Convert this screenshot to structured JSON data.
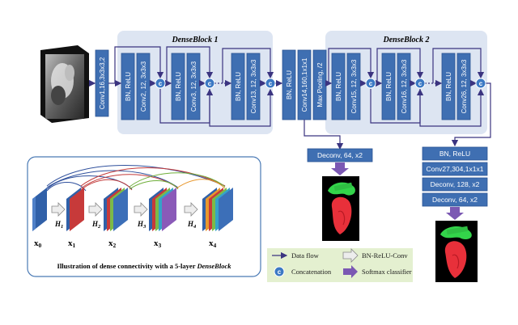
{
  "dense_blocks": {
    "block1_title": "DenseBlock 1",
    "block2_title": "DenseBlock 2"
  },
  "main_path": {
    "conv1": "Conv1,16,3x3x3,2",
    "block1": [
      {
        "bn": "BN, ReLU",
        "conv": "Conv2, 12, 3x3x3"
      },
      {
        "bn": "BN, ReLU",
        "conv": "Conv3, 12, 3x3x3"
      },
      {
        "bn": "BN, ReLU",
        "conv": "Conv13, 12, 3x3x3"
      }
    ],
    "transition": {
      "bn": "BN, ReLU",
      "conv": "Conv14,160,1x1x1",
      "pool": "Max Pooling, /2"
    },
    "block2": [
      {
        "bn": "BN, ReLU",
        "conv": "Conv15, 12, 3x3x3"
      },
      {
        "bn": "BN, ReLU",
        "conv": "Conv16, 12, 3x3x3"
      },
      {
        "bn": "BN, ReLU",
        "conv": "Conv26, 12, 3x3x3"
      }
    ],
    "concat_symbol": "c"
  },
  "side_branch": {
    "deconv": "Deconv, 64, x2"
  },
  "output_branch": {
    "bn": "BN, ReLU",
    "conv": "Conv27,304,1x1x1",
    "deconv1": "Deconv, 128, x2",
    "deconv2": "Deconv, 64, x2"
  },
  "illustration": {
    "caption_prefix": "Illustration of dense connectivity with a 5-layer ",
    "caption_em": "DenseBlock",
    "x_labels": [
      "x",
      "x",
      "x",
      "x",
      "x"
    ],
    "x_subs": [
      "0",
      "1",
      "2",
      "3",
      "4"
    ],
    "h_labels": [
      "H",
      "H",
      "H",
      "H"
    ],
    "h_subs": [
      "1",
      "2",
      "3",
      "4"
    ]
  },
  "legend": {
    "data_flow": "Data flow",
    "concatenation": "Concatenation",
    "bn_relu_conv": "BN-ReLU-Conv",
    "softmax": "Softmax classifier"
  },
  "colors": {
    "block_fill": "#3f6fb2",
    "denseblock_bg": "#dde5f2",
    "arrow": "#3b3480",
    "legend_bg": "#e4f0d0",
    "illustration_border": "#4a7ab5"
  }
}
